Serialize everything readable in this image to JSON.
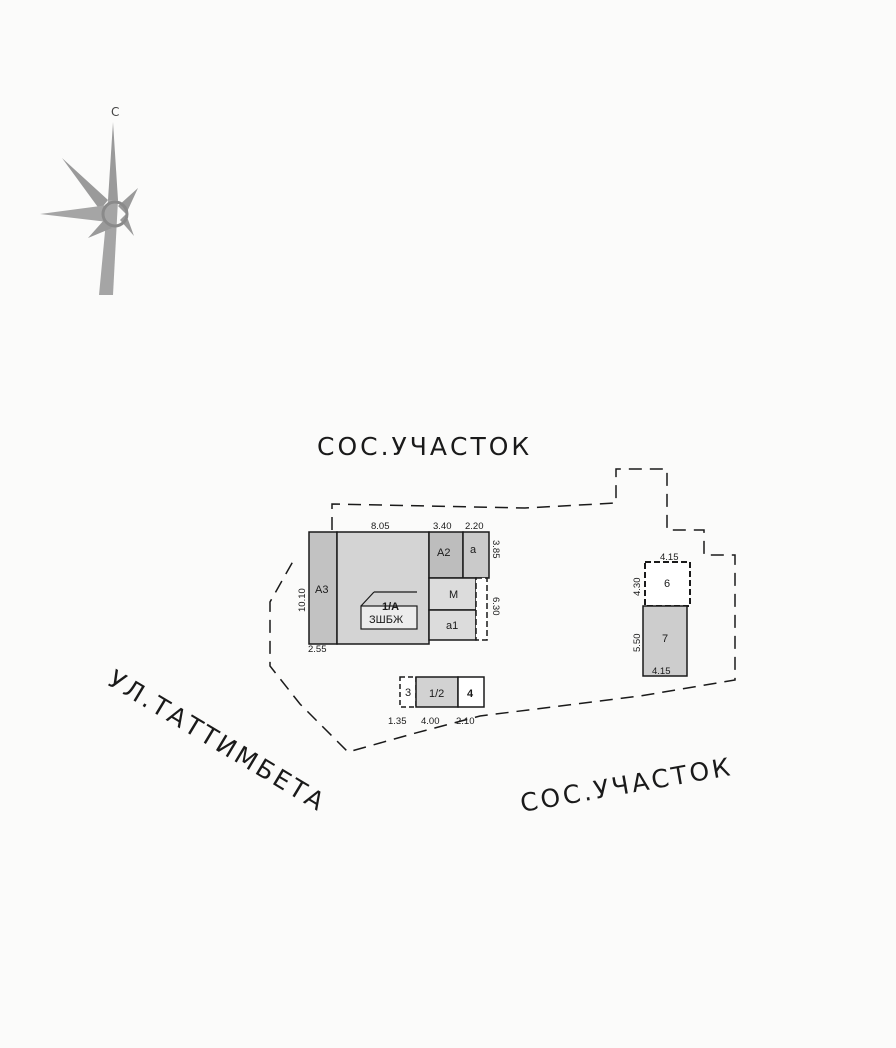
{
  "north_label": "С",
  "labels": {
    "neighbor_top": "СОС.УЧАСТОК",
    "neighbor_bottom": "СОС.УЧАСТОК",
    "street": "УЛ.ТАТТИМБЕТА"
  },
  "buildings": {
    "a3": "А3",
    "main_code": "1/А",
    "main_material": "ЗШБЖ",
    "a2": "А2",
    "a": "а",
    "m": "М",
    "a1": "а1",
    "b3": "3",
    "b12": "1/2",
    "b4": "4",
    "b6": "6",
    "b7": "7"
  },
  "dimensions": {
    "d_805": "8.05",
    "d_340": "3.40",
    "d_220": "2.20",
    "d_385": "3.85",
    "d_630": "6.30",
    "d_1010": "10.10",
    "d_255": "2.55",
    "d_135": "1.35",
    "d_400": "4.00",
    "d_210": "2.10",
    "d_415a": "4.15",
    "d_430": "4.30",
    "d_550": "5.50",
    "d_415b": "4.15"
  },
  "colors": {
    "ink": "#1a1a1a",
    "fill": "#cfcfcf",
    "fill_dark": "#b8b8b8",
    "paper": "#fbfbfa"
  }
}
